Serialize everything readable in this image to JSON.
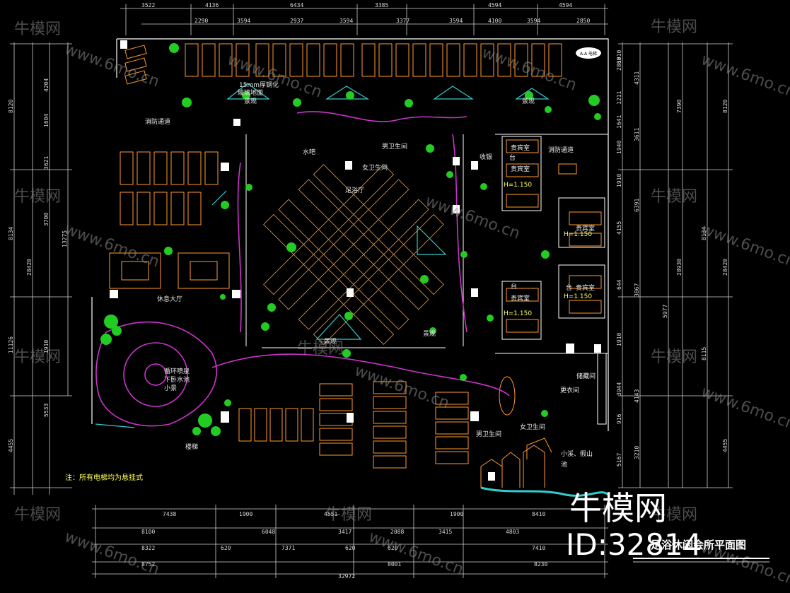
{
  "drawing": {
    "title": "足浴休闲会所平面图",
    "note": "注：所有电梯均为悬挂式",
    "watermark_brand": "牛模网",
    "watermark_id": "ID:32814",
    "watermark_site": "www.6mo.cn"
  },
  "dimensions": {
    "top_row1": [
      "3522",
      "4136",
      "6434",
      "3385",
      "4594",
      "4594"
    ],
    "top_row2": [
      "2290",
      "3594",
      "2937",
      "3594",
      "3377",
      "3594",
      "4100",
      "3594",
      "2850"
    ],
    "bottom_row1": [
      "7438",
      "1900",
      "4551",
      "1900",
      "8410"
    ],
    "bottom_row2": [
      "8100",
      "6048",
      "3417",
      "2088",
      "3415",
      "4803"
    ],
    "bottom_row3": [
      "8322",
      "620",
      "7371",
      "620",
      "620",
      "7410"
    ],
    "bottom_row4": [
      "8752",
      "8001",
      "8230"
    ],
    "bottom_total": "32972",
    "left_outer": [
      "8120",
      "8134",
      "11126",
      "4455"
    ],
    "left_mid": [
      "4204",
      "1604",
      "3621",
      "3700",
      "1910",
      "5533"
    ],
    "left_total": "28420",
    "left_inner": "13275",
    "right_a": [
      "2868",
      "1211",
      "1641",
      "1940",
      "1910",
      "4155",
      "644",
      "1910",
      "3944",
      "916",
      "5167"
    ],
    "right_b": [
      "4311",
      "3611",
      "6391",
      "3867",
      "5977",
      "4143",
      "3210"
    ],
    "right_c": [
      "7390",
      "8134",
      "8115"
    ],
    "right_d": [
      "8120",
      "28420",
      "4455"
    ],
    "right_total": "28930",
    "right_top": "1910"
  },
  "labels": {
    "fire_passage_left": "消防通道",
    "fire_passage_right": "消防通道",
    "lounge_hall": "休息大厅",
    "foot_bath_hall": "足浴厅",
    "female_wc_top": "女卫生间",
    "male_wc_top": "男卫生间",
    "water_bar": "水吧",
    "vip_room_1": "贵宾室",
    "vip_room_2": "贵宾室",
    "vip_room_3": "贵宾室",
    "vip_room_4": "贵宾室",
    "vip_room_5": "贵宾室",
    "cashier": "收银",
    "female_wc_bottom": "女卫生间",
    "male_wc_bottom": "男卫生间",
    "changing": "更衣间",
    "store": "储藏间",
    "platform_1": "台",
    "platform_2": "台",
    "platform_3": "台",
    "h_label_1": "H=1.150",
    "h_label_2": "H=1.150",
    "h_label_3": "H=1.150",
    "h_label_4": "H=1.150",
    "glass_note_1": "15mm厚钢化",
    "glass_note_2": "玻璃地面",
    "fountain_note_1": "循环喷泉",
    "fountain_note_2": "下卧水池",
    "fountain_note_3": "小景",
    "pool_note_1": "小溪、假山",
    "pool_note_2": "池",
    "stair_label": "楼梯",
    "elevator_sign": "A-A 电梯",
    "plant_tag_1": "景观",
    "plant_tag_2": "景观",
    "plant_tag_3": "景观",
    "plant_tag_4": "景观"
  },
  "colors": {
    "background": "#000000",
    "dimension": "#d8d8d8",
    "furniture": "#ff9a2e",
    "walls": "#ffffff",
    "path": "#cc33cc",
    "plants": "#22cc22",
    "glass": "#33cccc",
    "labels": "#ffff66"
  }
}
